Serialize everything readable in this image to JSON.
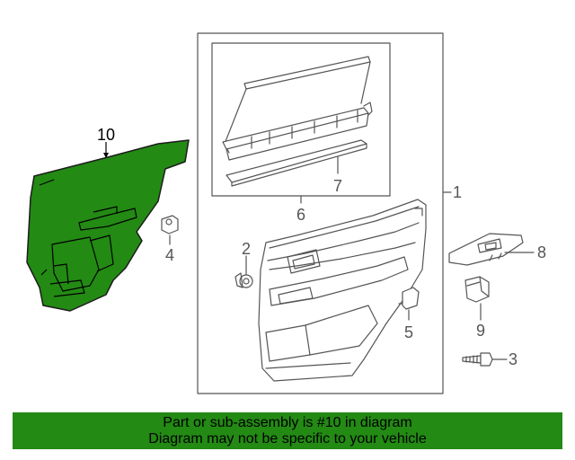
{
  "colors": {
    "highlight": "#238a14",
    "line": "#555555",
    "background": "#ffffff"
  },
  "callouts": {
    "p1": "1",
    "p2": "2",
    "p3": "3",
    "p4": "4",
    "p5": "5",
    "p6": "6",
    "p7": "7",
    "p8": "8",
    "p9": "9",
    "p10": "10"
  },
  "banner": {
    "line1": "Part or sub-assembly is #10 in diagram",
    "line2": "Diagram may not be specific to your vehicle"
  }
}
